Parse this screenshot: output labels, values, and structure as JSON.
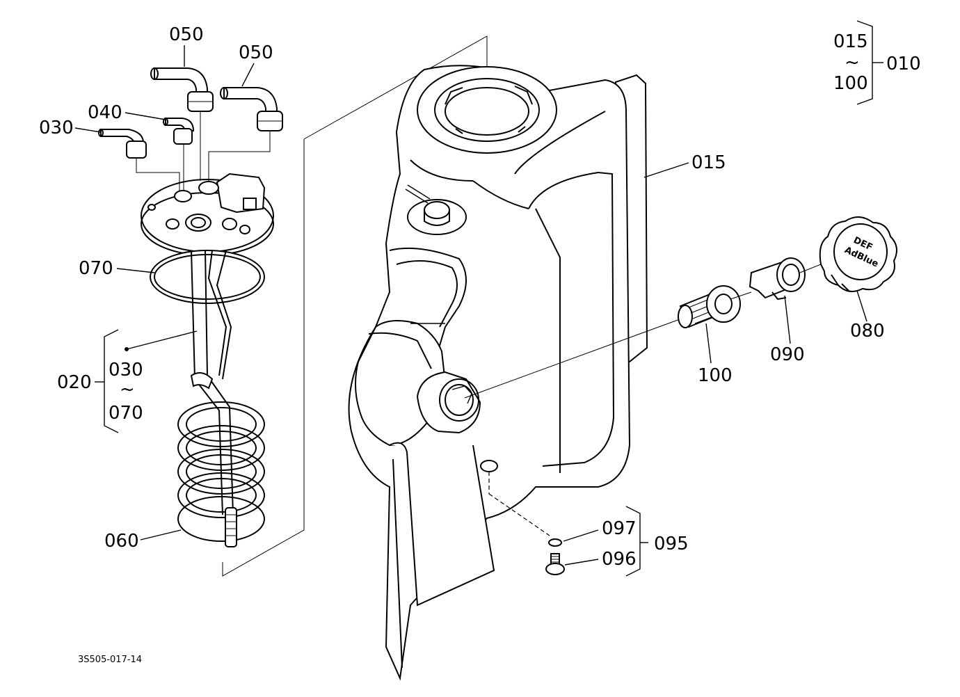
{
  "labels": {
    "p050a": "050",
    "p050b": "050",
    "p040": "040",
    "p030": "030",
    "p070": "070",
    "p020": "020",
    "p020_range_start": "030",
    "p020_range_tilde": "~",
    "p020_range_end": "070",
    "p060": "060",
    "p015_top": "015",
    "p010_tilde": "~",
    "p100_top": "100",
    "p010": "010",
    "p015": "015",
    "p080": "080",
    "p090": "090",
    "p100": "100",
    "p097": "097",
    "p096": "096",
    "p095": "095",
    "cap_text_1": "DEF",
    "cap_text_2": "AdBlue",
    "drawing_code": "3S505-017-14"
  }
}
